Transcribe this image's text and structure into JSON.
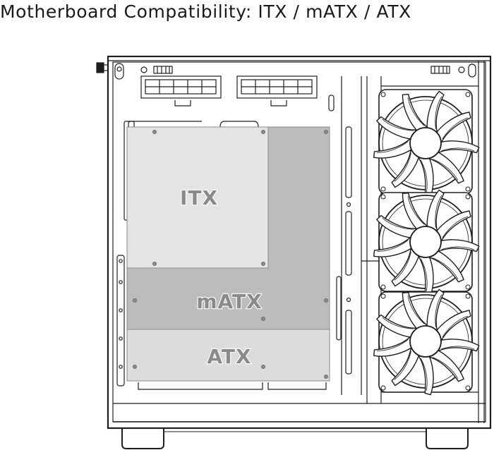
{
  "heading": "Motherboard Compatibility: ITX / mATX / ATX",
  "labels": {
    "itx": "ITX",
    "matx": "mATX",
    "atx": "ATX"
  },
  "colors": {
    "itx_board": "#e4e4e4",
    "matx_board": "#bcbcbc",
    "atx_board": "#dcdcdc",
    "line": "#1e1e1e",
    "label": "#8a8a8a"
  },
  "icons": {
    "fan": "fan-icon",
    "power": "power-button-icon"
  }
}
